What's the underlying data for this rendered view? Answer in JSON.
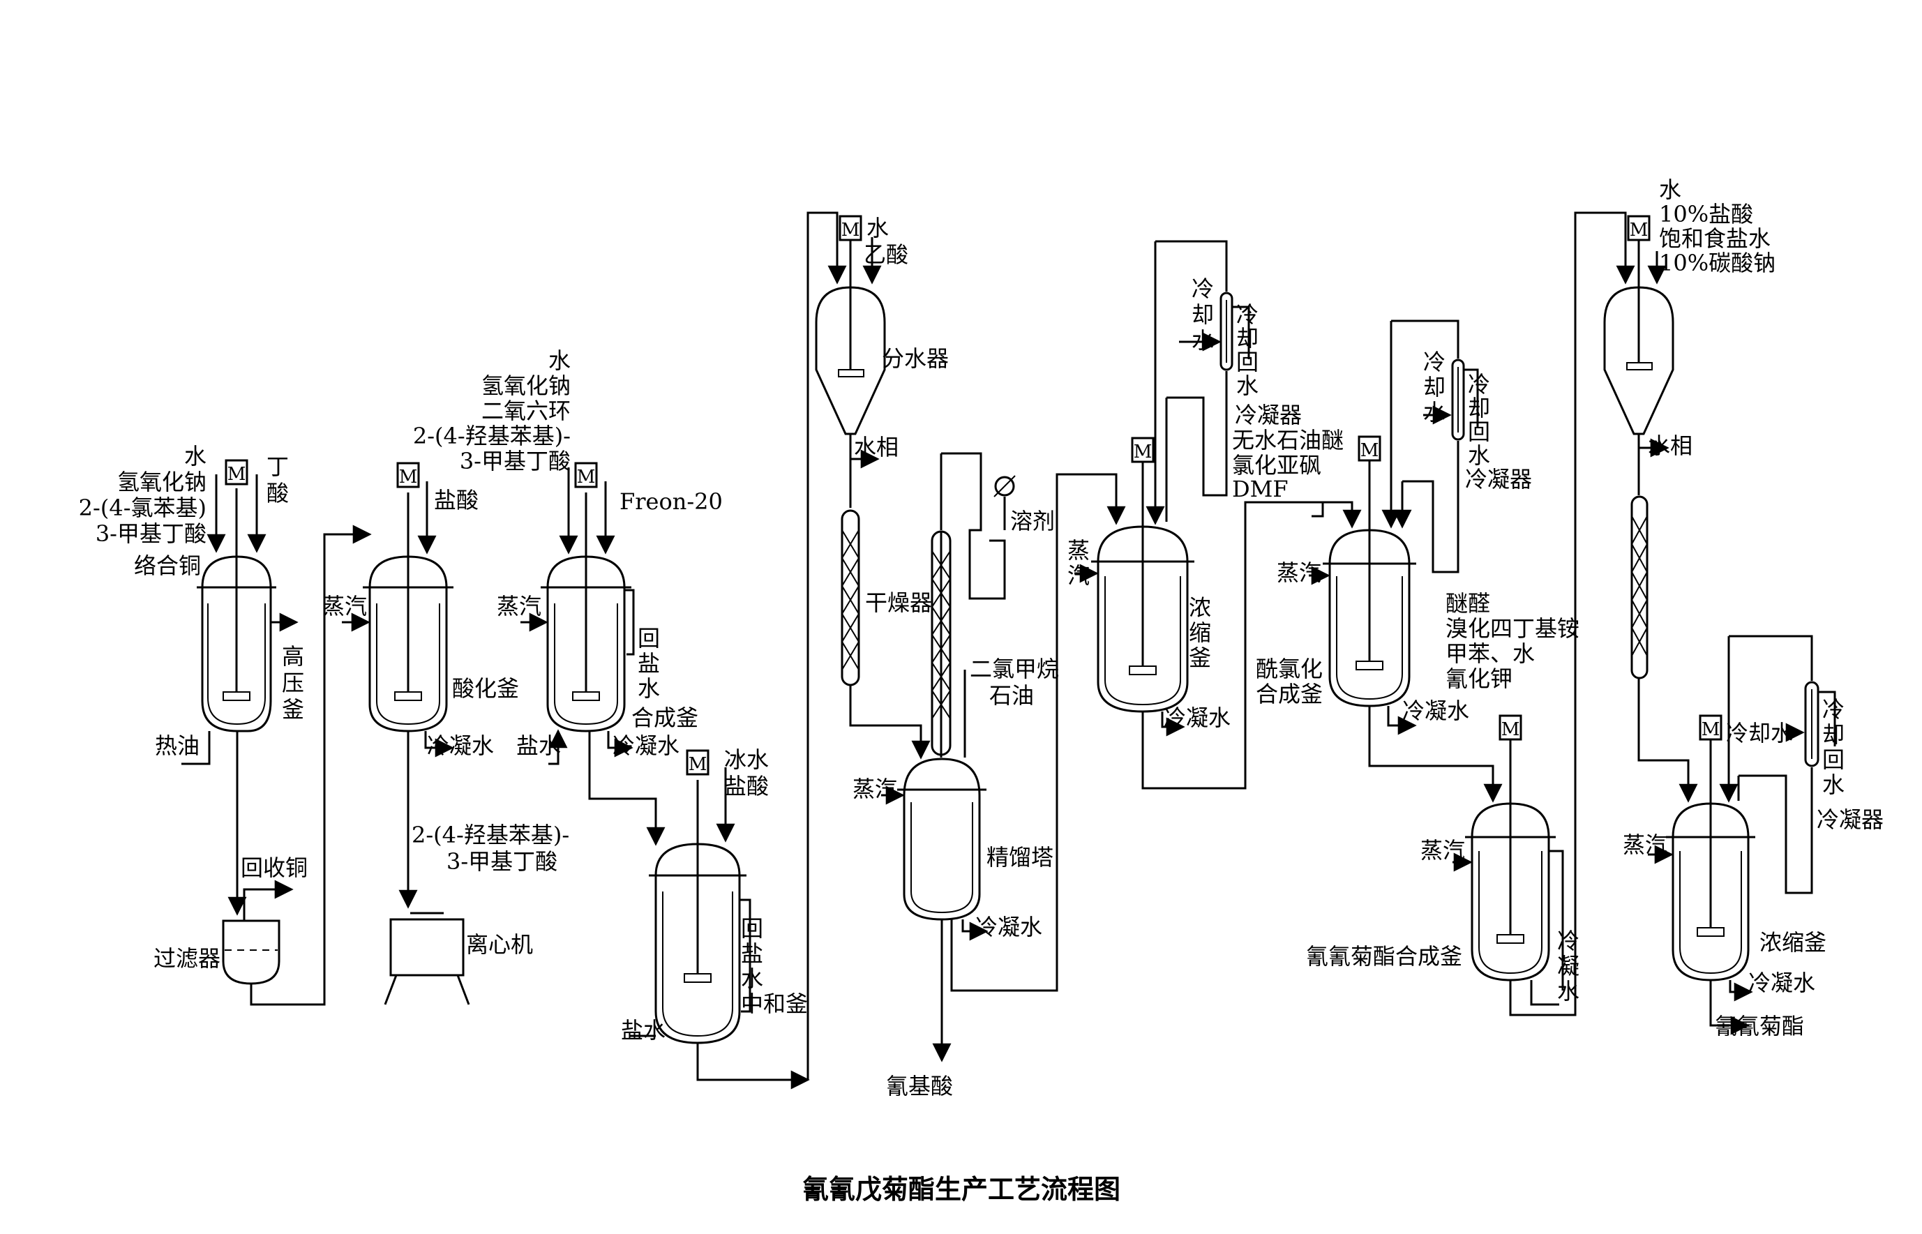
{
  "caption": "氰氰戊菊酯生产工艺流程图",
  "motor_letter": "M",
  "equipment": {
    "autoclave": [
      "高",
      "压",
      "釜"
    ],
    "acidifier": "酸化釜",
    "synthesis": "合成釜",
    "neutralizer": "中和釜",
    "filter": "过滤器",
    "centrifuge": "离心机",
    "separator1": "分水器",
    "dryer": "干燥器",
    "rectifier": "精馏塔",
    "concentrator1": [
      "浓",
      "缩",
      "釜"
    ],
    "acylchloride": [
      "酰氯化",
      "合成釜"
    ],
    "ester_reactor": "氰氰菊酯合成釜",
    "concentrator2": "浓缩釜",
    "condenser1": "冷凝器",
    "condenser2": "冷凝器",
    "condenser3": "冷凝器"
  },
  "streams": {
    "feed1": [
      "水",
      "氢氧化钠",
      "2-(4-氯苯基)",
      "3-甲基丁酸",
      "络合铜"
    ],
    "butanol": [
      "丁",
      "酸"
    ],
    "hot_oil": "热油",
    "recover_cu": "回收铜",
    "hcl": "盐酸",
    "steam_a": "蒸汽",
    "cw_a": "冷凝水",
    "product1": [
      "2-(4-羟基苯基)-",
      "3-甲基丁酸"
    ],
    "feed3": [
      "水",
      "氢氧化钠",
      "二氧六环",
      "2-(4-羟基苯基)-",
      "3-甲基丁酸"
    ],
    "freon": "Freon-20",
    "steam_b": "蒸汽",
    "brine_in_b": "盐水",
    "brine_ret_b": [
      "回",
      "盐",
      "水"
    ],
    "cw_b": "冷凝水",
    "feed4": [
      "冰水",
      "盐酸"
    ],
    "brine_ret_c": [
      "回",
      "盐",
      "水"
    ],
    "brine_in_c": "盐水",
    "feed5": [
      "水",
      "乙酸"
    ],
    "water_phase1": "水相",
    "solvent": "溶剂",
    "dichloro": [
      "二氯甲烷",
      "石油"
    ],
    "steam_r": "蒸汽",
    "cw_r": "冷凝水",
    "cyanoacid": "氰基酸",
    "cool_water1": [
      "冷",
      "却",
      "水"
    ],
    "cool_ret1": [
      "冷",
      "却",
      "回",
      "水"
    ],
    "feed6": [
      "无水石油醚",
      "氯化亚砜",
      "DMF"
    ],
    "steam_c": [
      "蒸",
      "汽"
    ],
    "cw_c": "冷凝水",
    "cool_water2": [
      "冷",
      "却",
      "水"
    ],
    "cool_ret2": [
      "冷",
      "却",
      "回",
      "水"
    ],
    "steam_d": "蒸汽",
    "cw_d": "冷凝水",
    "feed7": [
      "醚醛",
      "溴化四丁基铵",
      "甲苯、水",
      "氰化钾"
    ],
    "steam_e": "蒸汽",
    "cw_e": [
      "冷",
      "凝",
      "水"
    ],
    "feed8": [
      "水",
      "10%盐酸",
      "饱和食盐水",
      "10%碳酸钠"
    ],
    "water_phase2": "水相",
    "cool_water3": "冷却水",
    "cool_ret3": [
      "冷",
      "却",
      "回",
      "水"
    ],
    "steam_f": "蒸汽",
    "cw_f": "冷凝水",
    "final_product": "氰氰菊酯"
  }
}
